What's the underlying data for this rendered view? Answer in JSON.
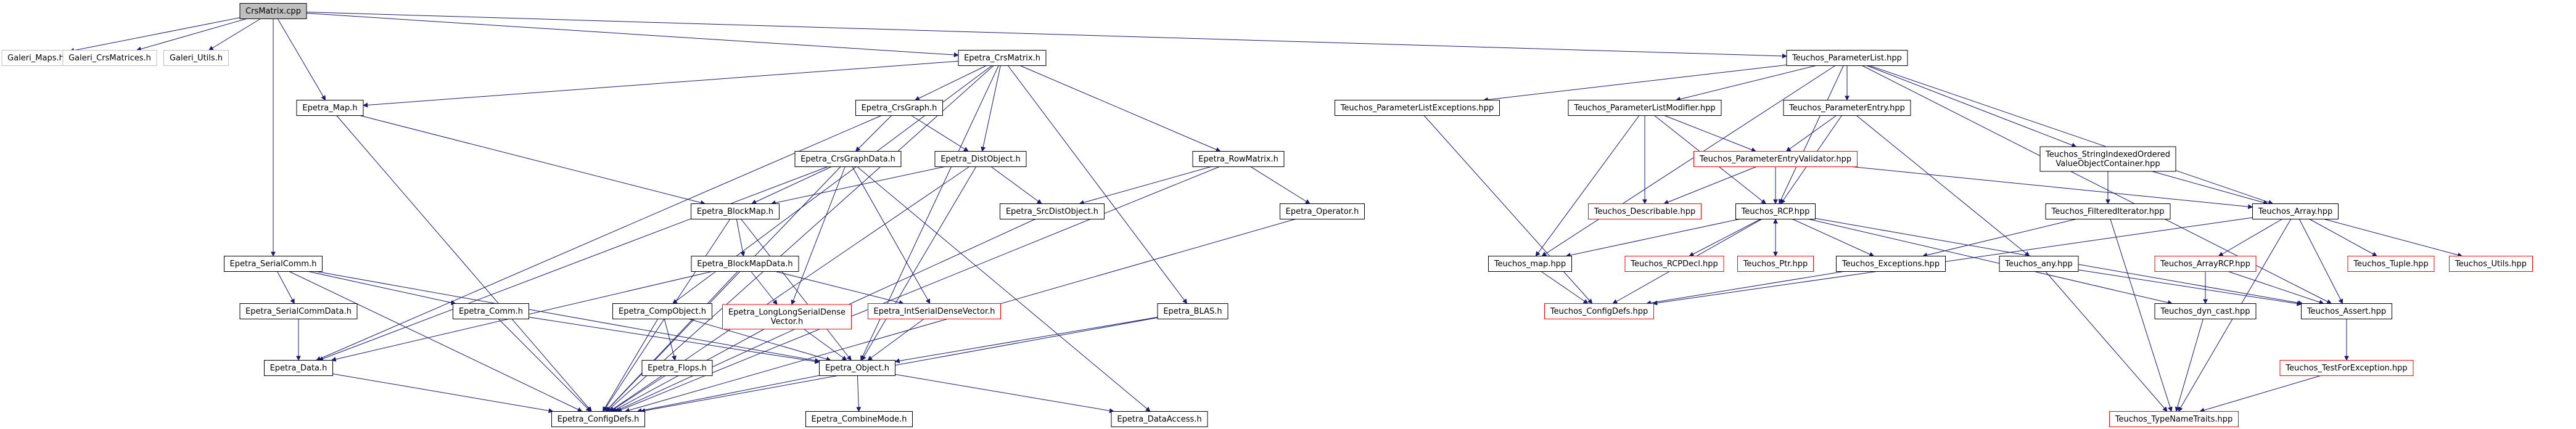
{
  "graph": {
    "colors": {
      "black": "#000000",
      "red": "#ff0000",
      "root_fill": "#bfbfbf",
      "fill": "#ffffff",
      "edge": "#191970"
    },
    "nodes": [
      {
        "id": "root",
        "label": "CrsMatrix.cpp",
        "style": "root"
      },
      {
        "id": "galeri_maps",
        "label": "Galeri_Maps.h",
        "style": "plain"
      },
      {
        "id": "galeri_crsm",
        "label": "Galeri_CrsMatrices.h",
        "style": "plain"
      },
      {
        "id": "galeri_utils",
        "label": "Galeri_Utils.h",
        "style": "plain"
      },
      {
        "id": "epetra_map",
        "label": "Epetra_Map.h",
        "style": "black"
      },
      {
        "id": "epetra_serialcomm",
        "label": "Epetra_SerialComm.h",
        "style": "black"
      },
      {
        "id": "epetra_crsmatrix",
        "label": "Epetra_CrsMatrix.h",
        "style": "black"
      },
      {
        "id": "teuchos_pl",
        "label": "Teuchos_ParameterList.hpp",
        "style": "black"
      },
      {
        "id": "epetra_crsgraph",
        "label": "Epetra_CrsGraph.h",
        "style": "black"
      },
      {
        "id": "epetra_crsgraphdata",
        "label": "Epetra_CrsGraphData.h",
        "style": "black"
      },
      {
        "id": "epetra_distobject",
        "label": "Epetra_DistObject.h",
        "style": "black"
      },
      {
        "id": "epetra_rowmatrix",
        "label": "Epetra_RowMatrix.h",
        "style": "black"
      },
      {
        "id": "epetra_blockmap",
        "label": "Epetra_BlockMap.h",
        "style": "black"
      },
      {
        "id": "epetra_srcdistobject",
        "label": "Epetra_SrcDistObject.h",
        "style": "black"
      },
      {
        "id": "epetra_operator",
        "label": "Epetra_Operator.h",
        "style": "black"
      },
      {
        "id": "epetra_blockmapdata",
        "label": "Epetra_BlockMapData.h",
        "style": "black"
      },
      {
        "id": "epetra_serialcommdata",
        "label": "Epetra_SerialCommData.h",
        "style": "black"
      },
      {
        "id": "epetra_comm",
        "label": "Epetra_Comm.h",
        "style": "black"
      },
      {
        "id": "epetra_compobject",
        "label": "Epetra_CompObject.h",
        "style": "black"
      },
      {
        "id": "epetra_llsv",
        "label": "Epetra_LongLongSerialDense\nVector.h",
        "style": "red"
      },
      {
        "id": "epetra_intsdv",
        "label": "Epetra_IntSerialDenseVector.h",
        "style": "red"
      },
      {
        "id": "epetra_blas",
        "label": "Epetra_BLAS.h",
        "style": "black"
      },
      {
        "id": "epetra_data",
        "label": "Epetra_Data.h",
        "style": "black"
      },
      {
        "id": "epetra_flops",
        "label": "Epetra_Flops.h",
        "style": "black"
      },
      {
        "id": "epetra_object",
        "label": "Epetra_Object.h",
        "style": "black"
      },
      {
        "id": "epetra_configdefs",
        "label": "Epetra_ConfigDefs.h",
        "style": "black"
      },
      {
        "id": "epetra_combinemode",
        "label": "Epetra_CombineMode.h",
        "style": "black"
      },
      {
        "id": "epetra_dataaccess",
        "label": "Epetra_DataAccess.h",
        "style": "black"
      },
      {
        "id": "teuchos_plexc",
        "label": "Teuchos_ParameterListExceptions.hpp",
        "style": "black"
      },
      {
        "id": "teuchos_plmod",
        "label": "Teuchos_ParameterListModifier.hpp",
        "style": "black"
      },
      {
        "id": "teuchos_pentry",
        "label": "Teuchos_ParameterEntry.hpp",
        "style": "black"
      },
      {
        "id": "teuchos_sivocont",
        "label": "Teuchos_StringIndexedOrdered\nValueObjectContainer.hpp",
        "style": "black"
      },
      {
        "id": "teuchos_pev",
        "label": "Teuchos_ParameterEntryValidator.hpp",
        "style": "red"
      },
      {
        "id": "teuchos_describable",
        "label": "Teuchos_Describable.hpp",
        "style": "red"
      },
      {
        "id": "teuchos_rcp",
        "label": "Teuchos_RCP.hpp",
        "style": "black"
      },
      {
        "id": "teuchos_filtit",
        "label": "Teuchos_FilteredIterator.hpp",
        "style": "black"
      },
      {
        "id": "teuchos_array",
        "label": "Teuchos_Array.hpp",
        "style": "black"
      },
      {
        "id": "teuchos_map",
        "label": "Teuchos_map.hpp",
        "style": "black"
      },
      {
        "id": "teuchos_rcpdecl",
        "label": "Teuchos_RCPDecl.hpp",
        "style": "red"
      },
      {
        "id": "teuchos_ptr",
        "label": "Teuchos_Ptr.hpp",
        "style": "red"
      },
      {
        "id": "teuchos_exceptions",
        "label": "Teuchos_Exceptions.hpp",
        "style": "black"
      },
      {
        "id": "teuchos_any",
        "label": "Teuchos_any.hpp",
        "style": "black"
      },
      {
        "id": "teuchos_arrayrcp",
        "label": "Teuchos_ArrayRCP.hpp",
        "style": "red"
      },
      {
        "id": "teuchos_tuple",
        "label": "Teuchos_Tuple.hpp",
        "style": "red"
      },
      {
        "id": "teuchos_utils",
        "label": "Teuchos_Utils.hpp",
        "style": "red"
      },
      {
        "id": "teuchos_configdefs",
        "label": "Teuchos_ConfigDefs.hpp",
        "style": "red"
      },
      {
        "id": "teuchos_dyncast",
        "label": "Teuchos_dyn_cast.hpp",
        "style": "black"
      },
      {
        "id": "teuchos_assert",
        "label": "Teuchos_Assert.hpp",
        "style": "black"
      },
      {
        "id": "teuchos_testforexc",
        "label": "Teuchos_TestForException.hpp",
        "style": "red"
      },
      {
        "id": "teuchos_typenametraits",
        "label": "Teuchos_TypeNameTraits.hpp",
        "style": "red"
      }
    ],
    "edges": [
      [
        "root",
        "galeri_maps"
      ],
      [
        "root",
        "galeri_crsm"
      ],
      [
        "root",
        "galeri_utils"
      ],
      [
        "root",
        "epetra_map"
      ],
      [
        "root",
        "epetra_serialcomm"
      ],
      [
        "root",
        "epetra_crsmatrix"
      ],
      [
        "root",
        "teuchos_pl"
      ],
      [
        "epetra_map",
        "epetra_blockmap"
      ],
      [
        "epetra_map",
        "epetra_configdefs"
      ],
      [
        "epetra_crsmatrix",
        "epetra_map"
      ],
      [
        "epetra_crsmatrix",
        "epetra_crsgraph"
      ],
      [
        "epetra_crsmatrix",
        "epetra_distobject"
      ],
      [
        "epetra_crsmatrix",
        "epetra_rowmatrix"
      ],
      [
        "epetra_crsmatrix",
        "epetra_blas"
      ],
      [
        "epetra_crsmatrix",
        "epetra_compobject"
      ],
      [
        "epetra_crsmatrix",
        "epetra_configdefs"
      ],
      [
        "epetra_crsmatrix",
        "epetra_object"
      ],
      [
        "epetra_crsgraph",
        "epetra_crsgraphdata"
      ],
      [
        "epetra_crsgraph",
        "epetra_distobject"
      ],
      [
        "epetra_crsgraph",
        "epetra_data"
      ],
      [
        "epetra_crsgraphdata",
        "epetra_blockmap"
      ],
      [
        "epetra_crsgraphdata",
        "epetra_data"
      ],
      [
        "epetra_crsgraphdata",
        "epetra_llsv"
      ],
      [
        "epetra_crsgraphdata",
        "epetra_intsdv"
      ],
      [
        "epetra_crsgraphdata",
        "epetra_dataaccess"
      ],
      [
        "epetra_crsgraphdata",
        "epetra_configdefs"
      ],
      [
        "epetra_distobject",
        "epetra_blockmap"
      ],
      [
        "epetra_distobject",
        "epetra_srcdistobject"
      ],
      [
        "epetra_distobject",
        "epetra_object"
      ],
      [
        "epetra_distobject",
        "epetra_configdefs"
      ],
      [
        "epetra_rowmatrix",
        "epetra_srcdistobject"
      ],
      [
        "epetra_rowmatrix",
        "epetra_operator"
      ],
      [
        "epetra_rowmatrix",
        "epetra_configdefs"
      ],
      [
        "epetra_blockmap",
        "epetra_blockmapdata"
      ],
      [
        "epetra_blockmap",
        "epetra_object"
      ],
      [
        "epetra_blockmap",
        "epetra_configdefs"
      ],
      [
        "epetra_srcdistobject",
        "epetra_configdefs"
      ],
      [
        "epetra_operator",
        "epetra_configdefs"
      ],
      [
        "epetra_blockmapdata",
        "epetra_data"
      ],
      [
        "epetra_blockmapdata",
        "epetra_llsv"
      ],
      [
        "epetra_blockmapdata",
        "epetra_intsdv"
      ],
      [
        "epetra_blockmapdata",
        "epetra_configdefs"
      ],
      [
        "epetra_serialcomm",
        "epetra_serialcommdata"
      ],
      [
        "epetra_serialcomm",
        "epetra_comm"
      ],
      [
        "epetra_serialcomm",
        "epetra_object"
      ],
      [
        "epetra_serialcomm",
        "epetra_configdefs"
      ],
      [
        "epetra_serialcommdata",
        "epetra_data"
      ],
      [
        "epetra_comm",
        "epetra_object"
      ],
      [
        "epetra_comm",
        "epetra_configdefs"
      ],
      [
        "epetra_compobject",
        "epetra_flops"
      ],
      [
        "epetra_compobject",
        "epetra_object"
      ],
      [
        "epetra_compobject",
        "epetra_configdefs"
      ],
      [
        "epetra_llsv",
        "epetra_object"
      ],
      [
        "epetra_llsv",
        "epetra_configdefs"
      ],
      [
        "epetra_intsdv",
        "epetra_object"
      ],
      [
        "epetra_blas",
        "epetra_object"
      ],
      [
        "epetra_blas",
        "epetra_configdefs"
      ],
      [
        "epetra_data",
        "epetra_configdefs"
      ],
      [
        "epetra_flops",
        "epetra_configdefs"
      ],
      [
        "epetra_object",
        "epetra_configdefs"
      ],
      [
        "epetra_object",
        "epetra_combinemode"
      ],
      [
        "epetra_object",
        "epetra_dataaccess"
      ],
      [
        "teuchos_pl",
        "teuchos_plexc"
      ],
      [
        "teuchos_pl",
        "teuchos_plmod"
      ],
      [
        "teuchos_pl",
        "teuchos_pentry"
      ],
      [
        "teuchos_pl",
        "teuchos_sivocont"
      ],
      [
        "teuchos_pl",
        "teuchos_map"
      ],
      [
        "teuchos_pl",
        "teuchos_rcp"
      ],
      [
        "teuchos_pl",
        "teuchos_array"
      ],
      [
        "teuchos_pl",
        "teuchos_assert"
      ],
      [
        "teuchos_plexc",
        "teuchos_configdefs"
      ],
      [
        "teuchos_plmod",
        "teuchos_pev"
      ],
      [
        "teuchos_plmod",
        "teuchos_describable"
      ],
      [
        "teuchos_plmod",
        "teuchos_rcp"
      ],
      [
        "teuchos_plmod",
        "teuchos_map"
      ],
      [
        "teuchos_pentry",
        "teuchos_pev"
      ],
      [
        "teuchos_pentry",
        "teuchos_rcp"
      ],
      [
        "teuchos_pentry",
        "teuchos_any"
      ],
      [
        "teuchos_pev",
        "teuchos_describable"
      ],
      [
        "teuchos_pev",
        "teuchos_rcp"
      ],
      [
        "teuchos_pev",
        "teuchos_array"
      ],
      [
        "teuchos_sivocont",
        "teuchos_filtit"
      ],
      [
        "teuchos_sivocont",
        "teuchos_array"
      ],
      [
        "teuchos_filtit",
        "teuchos_exceptions"
      ],
      [
        "teuchos_filtit",
        "teuchos_typenametraits"
      ],
      [
        "teuchos_rcp",
        "teuchos_rcpdecl"
      ],
      [
        "teuchos_rcp",
        "teuchos_ptr"
      ],
      [
        "teuchos_rcp",
        "teuchos_exceptions"
      ],
      [
        "teuchos_rcp",
        "teuchos_dyncast"
      ],
      [
        "teuchos_rcp",
        "teuchos_assert"
      ],
      [
        "teuchos_rcp",
        "teuchos_configdefs"
      ],
      [
        "teuchos_rcp",
        "teuchos_map"
      ],
      [
        "teuchos_ptr",
        "teuchos_rcp"
      ],
      [
        "teuchos_array",
        "teuchos_arrayrcp"
      ],
      [
        "teuchos_array",
        "teuchos_tuple"
      ],
      [
        "teuchos_array",
        "teuchos_utils"
      ],
      [
        "teuchos_array",
        "teuchos_assert"
      ],
      [
        "teuchos_array",
        "teuchos_configdefs"
      ],
      [
        "teuchos_array",
        "teuchos_typenametraits"
      ],
      [
        "teuchos_map",
        "teuchos_configdefs"
      ],
      [
        "teuchos_exceptions",
        "teuchos_configdefs"
      ],
      [
        "teuchos_any",
        "teuchos_assert"
      ],
      [
        "teuchos_any",
        "teuchos_typenametraits"
      ],
      [
        "teuchos_arrayrcp",
        "teuchos_dyncast"
      ],
      [
        "teuchos_arrayrcp",
        "teuchos_assert"
      ],
      [
        "teuchos_dyncast",
        "teuchos_typenametraits"
      ],
      [
        "teuchos_assert",
        "teuchos_testforexc"
      ],
      [
        "teuchos_testforexc",
        "teuchos_typenametraits"
      ]
    ]
  }
}
